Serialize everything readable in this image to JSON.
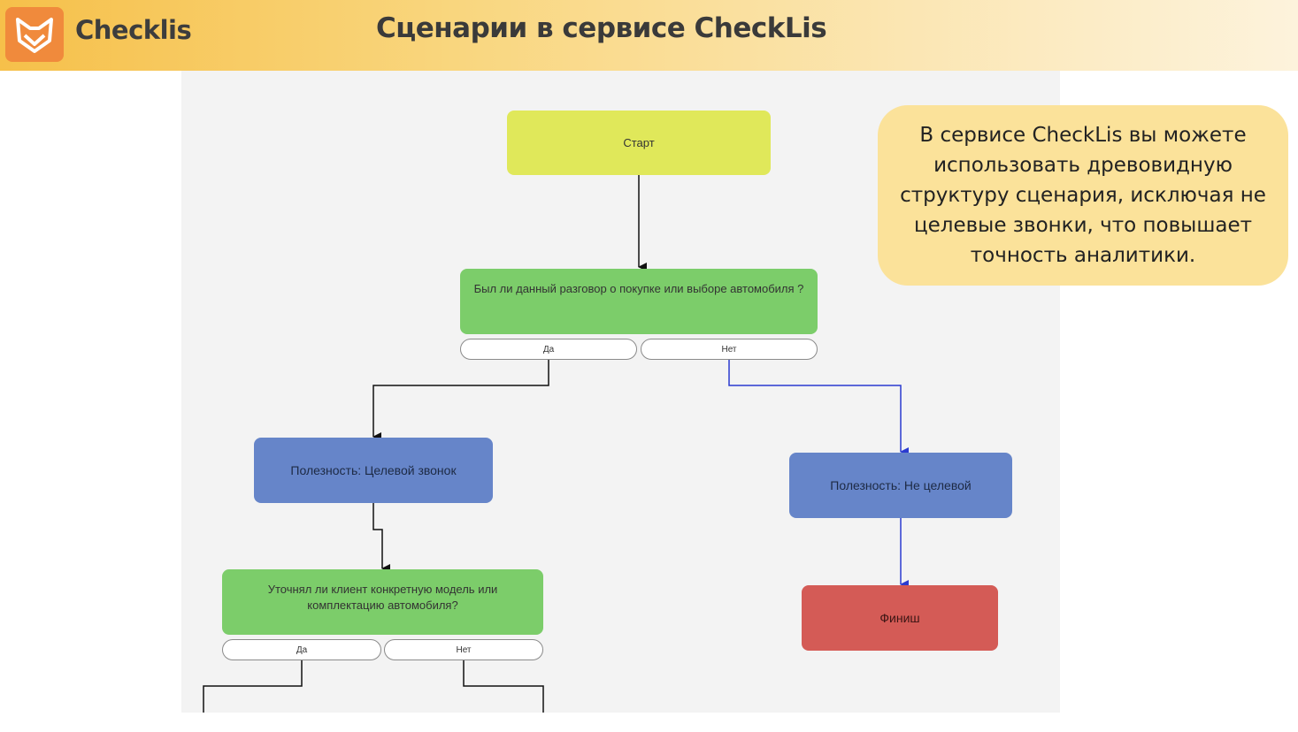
{
  "header": {
    "brand": "Checklis",
    "title": "Сценарии в сервисе CheckLis"
  },
  "callout": {
    "text": "В сервисе CheckLis вы можете использовать древовидную структуру сценария, исключая не целевые звонки, что повышает точность аналитики."
  },
  "flowchart": {
    "start": "Старт",
    "q1": {
      "text": "Был ли данный разговор о покупке или выборе автомобиля ?",
      "yes": "Да",
      "no": "Нет"
    },
    "result_target": "Полезность: Целевой звонок",
    "result_not_target": "Полезность: Не целевой",
    "q2": {
      "text": "Уточнял ли клиент конкретную модель или комплектацию автомобиля?",
      "yes": "Да",
      "no": "Нет"
    },
    "finish": "Финиш"
  },
  "colors": {
    "start": "#e0e85a",
    "question": "#7ccd6a",
    "result": "#6685c9",
    "finish": "#d45b56",
    "edge_default": "#111111",
    "edge_selected": "#2b3bd0",
    "callout": "#fbe29a",
    "brand": "#f08a3c"
  },
  "icons": [
    "fox-logo-icon"
  ]
}
